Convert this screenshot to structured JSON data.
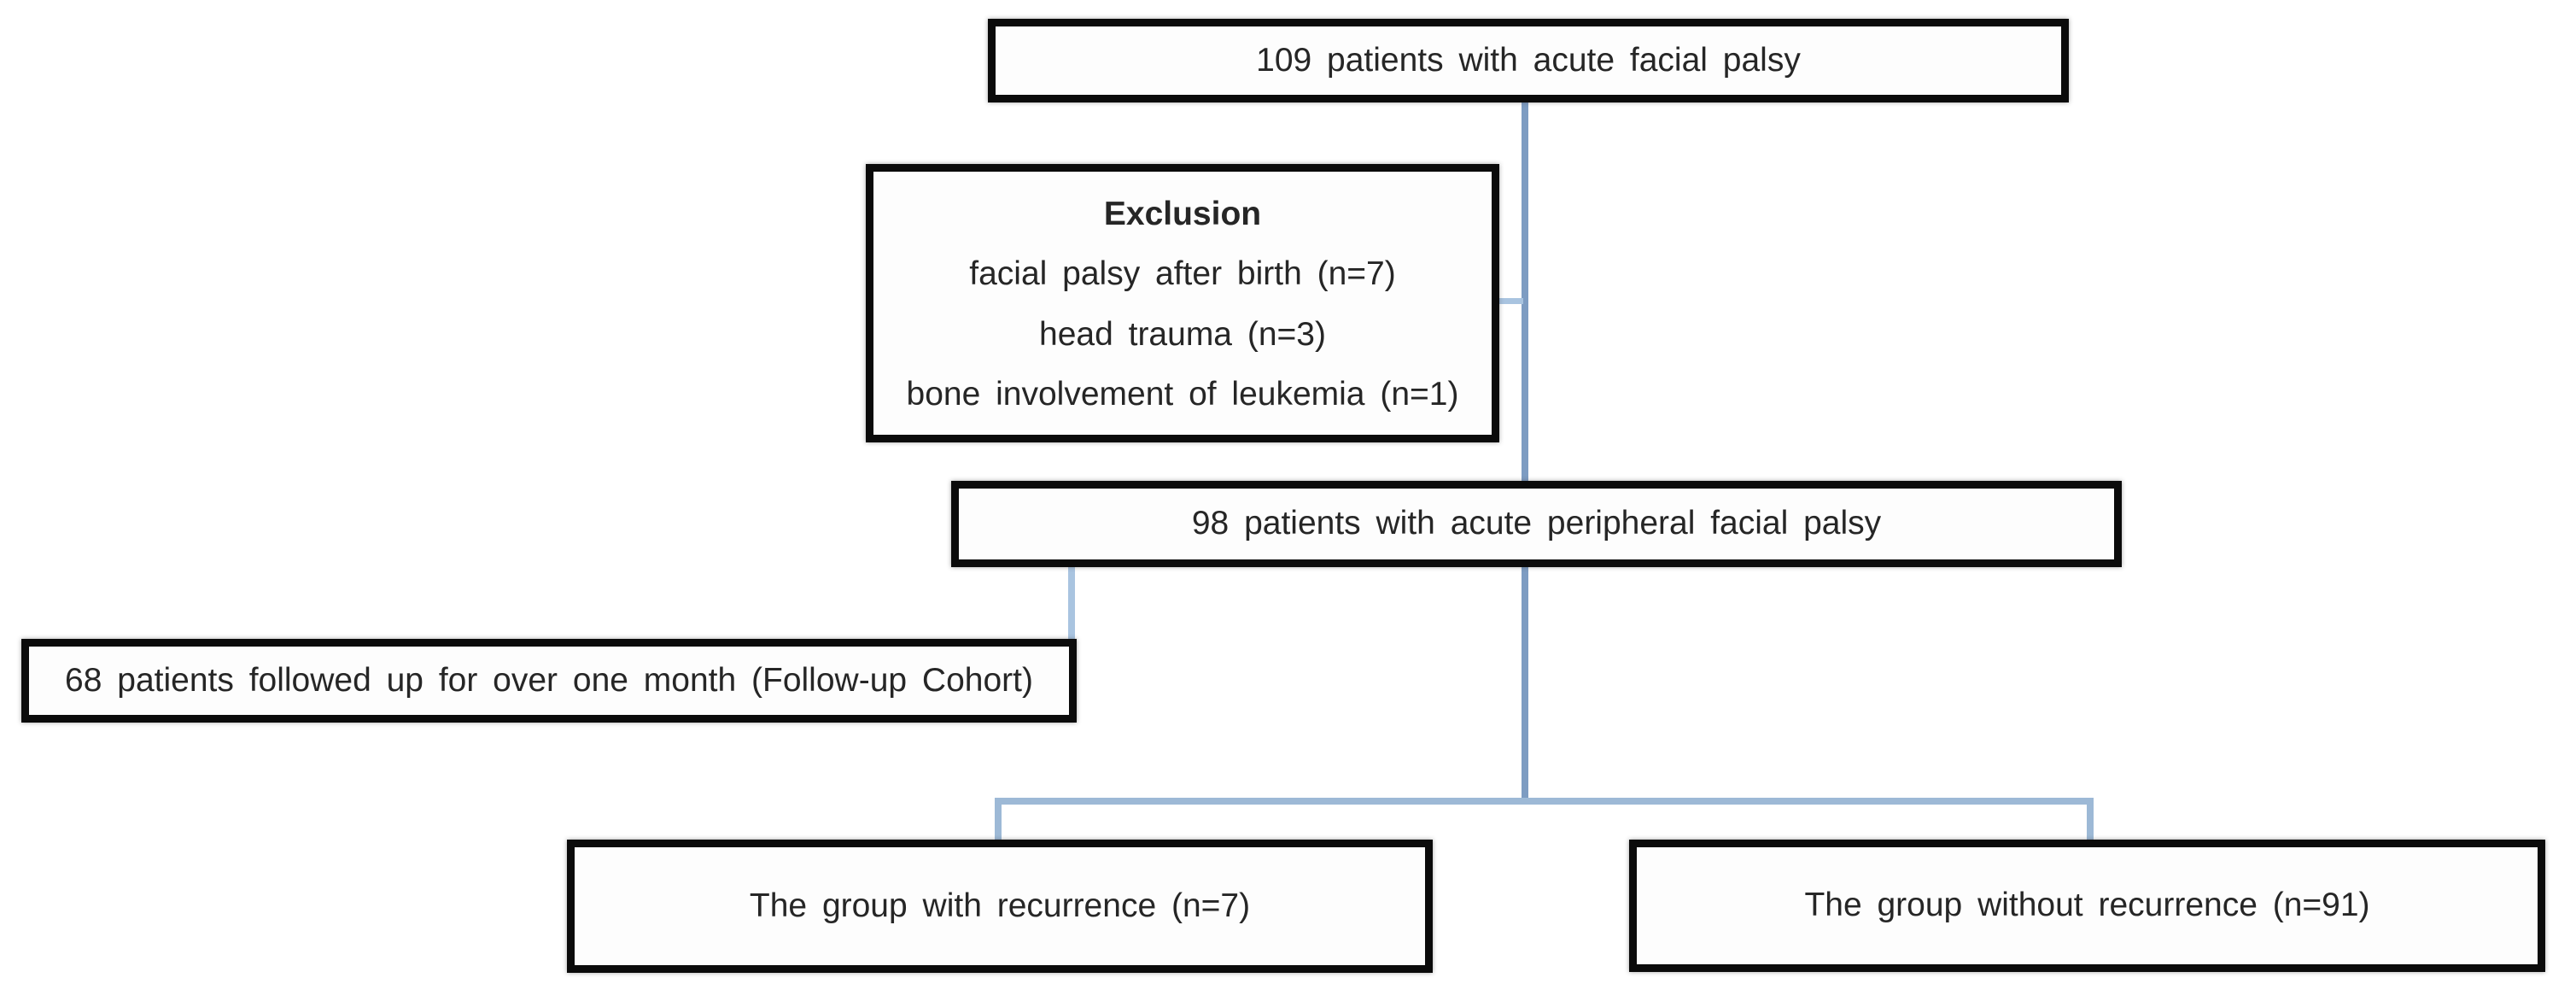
{
  "diagram": {
    "description": "Patient enrollment flowchart",
    "colors": {
      "box_border": "#0b0b0b",
      "connector_dark": "#7d9cc2",
      "connector_light": "#a9c4e0",
      "connector_branch": "#9db9d6",
      "background": "#ffffff"
    },
    "nodes": {
      "top": {
        "text": "109 patients with acute facial palsy"
      },
      "exclusion": {
        "title": "Exclusion",
        "items": [
          "facial palsy after birth (n=7)",
          "head trauma (n=3)",
          "bone involvement of leukemia (n=1)"
        ]
      },
      "middle": {
        "text": "98 patients with acute peripheral facial palsy"
      },
      "followup": {
        "text": "68 patients followed up for over one month (Follow-up Cohort)"
      },
      "recurrence": {
        "text": "The group with recurrence (n=7)"
      },
      "no_recurrence": {
        "text": "The group without recurrence (n=91)"
      }
    }
  }
}
